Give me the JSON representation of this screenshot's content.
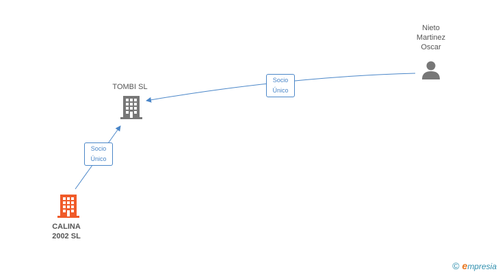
{
  "nodes": {
    "nieto": {
      "label": "Nieto\nMartinez\nOscar",
      "icon": "person-icon",
      "color": "#777777"
    },
    "tombi": {
      "label": "TOMBI SL",
      "icon": "building-icon",
      "color": "#777777"
    },
    "calina": {
      "label": "CALINA\n2002 SL",
      "icon": "building-icon",
      "color": "#f05a28"
    }
  },
  "edges": {
    "nieto_tombi": {
      "label": "Socio\nÚnico"
    },
    "calina_tombi": {
      "label": "Socio\nÚnico"
    }
  },
  "colors": {
    "edge": "#4a86c8"
  },
  "footer": {
    "copyright": "©",
    "brand_initial": "e",
    "brand_rest": "mpresia"
  }
}
